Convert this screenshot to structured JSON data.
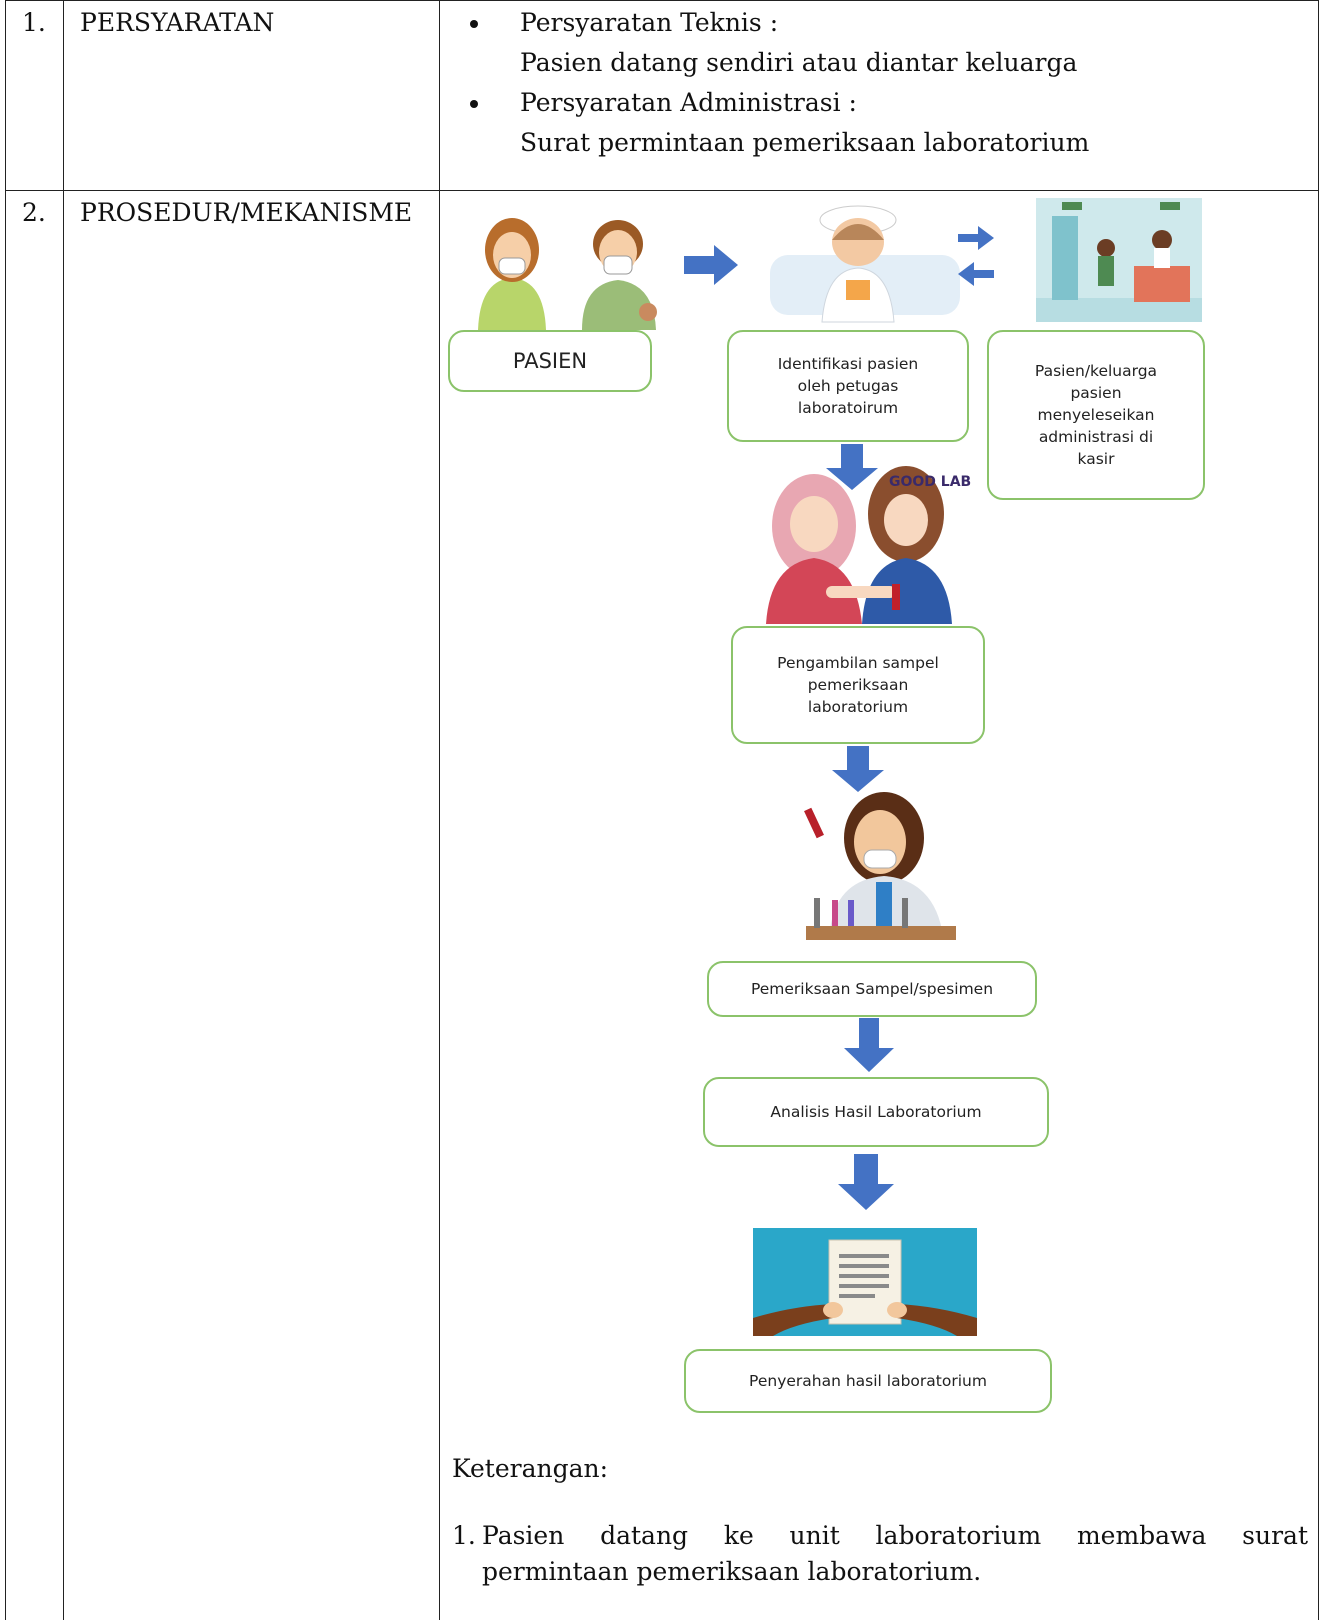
{
  "rows": [
    {
      "number": "1.",
      "label": "PERSYARATAN",
      "requirements": [
        {
          "title": "Persyaratan Teknis :",
          "detail": "Pasien datang sendiri atau diantar keluarga"
        },
        {
          "title": "Persyaratan Administrasi :",
          "detail": "Surat permintaan pemeriksaan laboratorium"
        }
      ]
    },
    {
      "number": "2.",
      "label": "PROSEDUR/MEKANISME"
    }
  ],
  "flowchart": {
    "boxes": {
      "pasien": "PASIEN",
      "identifikasi": "Identifikasi pasien oleh petugas laboratoirum",
      "administrasi": "Pasien/keluarga pasien menyeleseikan administrasi di kasir",
      "pengambilan": "Pengambilan sampel pemeriksaan laboratorium",
      "pemeriksaan": "Pemeriksaan Sampel/spesimen",
      "analisis": "Analisis Hasil Laboratorium",
      "penyerahan": "Penyerahan hasil laboratorium"
    },
    "illustration_texts": {
      "lab_badge": "GOOD LAB"
    },
    "colors": {
      "arrow": "#4472c4",
      "box_border": "#8bc36a",
      "result_bg": "#2aa7c9"
    }
  },
  "keterangan": {
    "heading": "Keterangan:",
    "items": [
      {
        "num": "1.",
        "line1": "Pasien datang ke unit laboratorium membawa surat",
        "line2": "permintaan pemeriksaan laboratorium."
      }
    ]
  }
}
